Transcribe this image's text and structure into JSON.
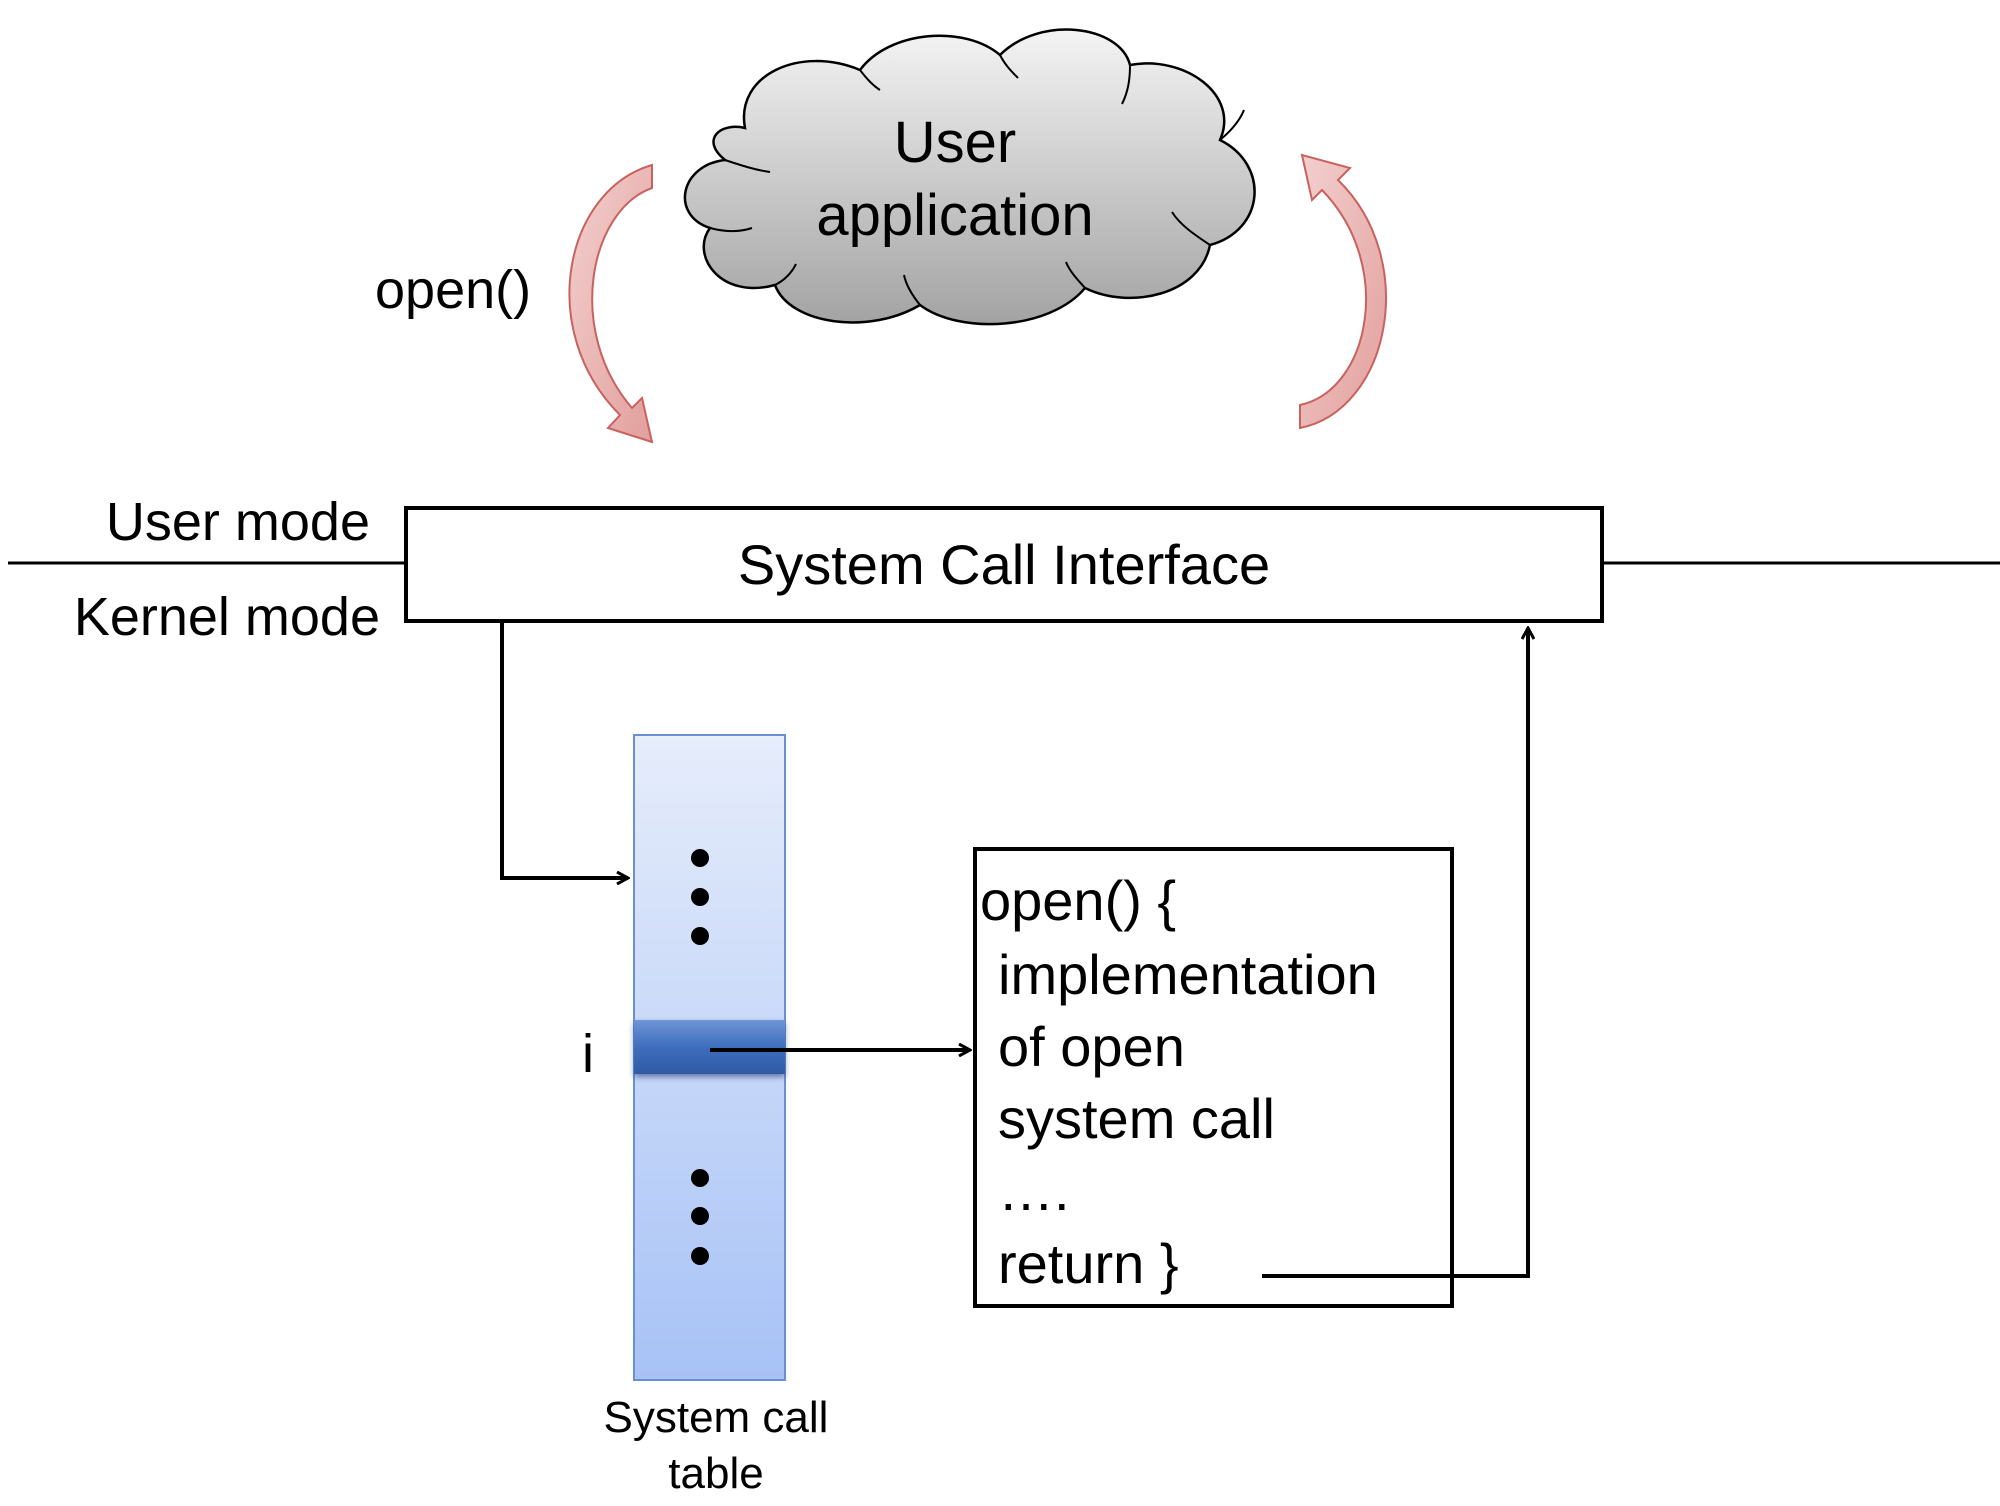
{
  "cloud": {
    "label_line1": "User",
    "label_line2": "application"
  },
  "call_label": "open()",
  "mode_labels": {
    "user": "User mode",
    "kernel": "Kernel mode"
  },
  "interface": {
    "label": "System Call Interface"
  },
  "table": {
    "index_label": "i",
    "caption_line1": "System call",
    "caption_line2": "table"
  },
  "code_box": {
    "lines": [
      "open() {",
      "implementation",
      "of open",
      "system call",
      "….",
      "return }"
    ]
  },
  "colors": {
    "cloud_fill_top": "#f2f2f2",
    "cloud_fill_bottom": "#a6a6a6",
    "curved_arrow_fill": "#e8b0ae",
    "curved_arrow_stroke": "#c0504d",
    "table_fill_top": "#e4ecfb",
    "table_fill_bottom": "#a8c3f7",
    "table_border": "#5b86d6",
    "selected_row": "#3f6fbf"
  }
}
